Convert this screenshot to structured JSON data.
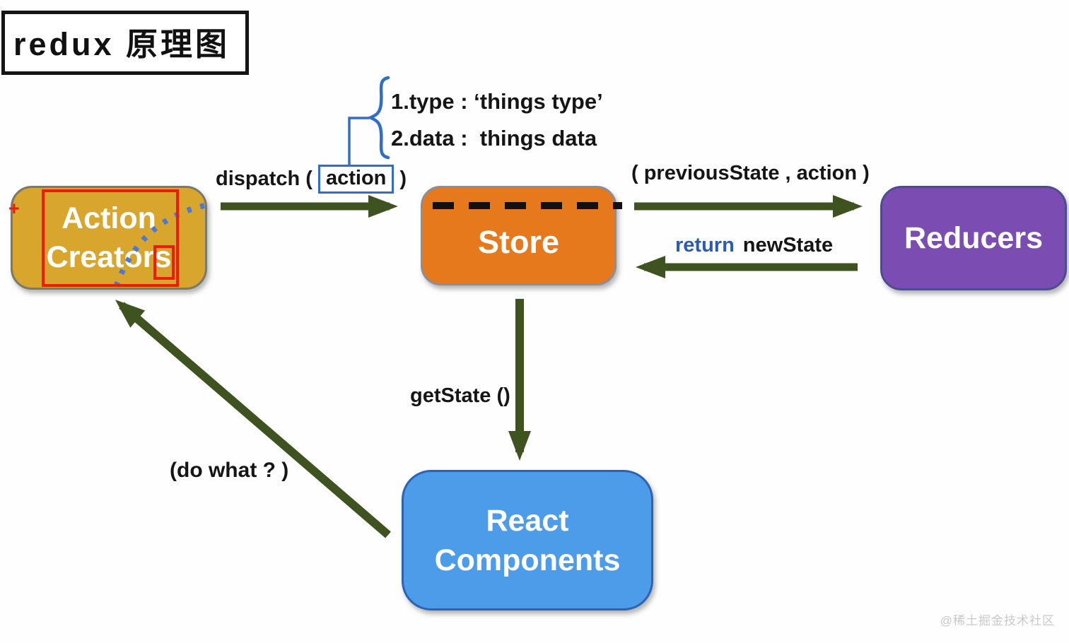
{
  "title": {
    "text": "redux 原理图"
  },
  "nodes": {
    "action_creators": {
      "line1": "Action",
      "line2": "Creators"
    },
    "store": {
      "label": "Store"
    },
    "reducers": {
      "label": "Reducers"
    },
    "react_components": {
      "line1": "React",
      "line2": "Components"
    }
  },
  "annotations": {
    "dispatch_prefix": "dispatch (",
    "dispatch_arg": "action",
    "dispatch_suffix": ")",
    "payload_line1": "1.type : ‘things type’",
    "payload_line2": "2.data :  things data",
    "reducer_args": "( previousState , action )",
    "return_keyword": "return",
    "return_value": "newState",
    "get_state": "getState ()",
    "do_what": "(do what ? )",
    "plus_mark": "+"
  },
  "watermark": "@稀土掘金技术社区",
  "colors": {
    "action_creators_fill": "#d8a62c",
    "store_fill": "#e6791c",
    "reducers_fill": "#7b4cb1",
    "react_components_fill": "#4d9cea",
    "arrow_green": "#3f5321",
    "annotation_blue": "#2f6fc9",
    "dotted_curve_blue": "#4a7ad6",
    "return_blue": "#2b5cb5",
    "annotation_red": "#ef1c0c",
    "dashed_line_black": "#111111",
    "watermark_gray": "#c9c9c9"
  }
}
